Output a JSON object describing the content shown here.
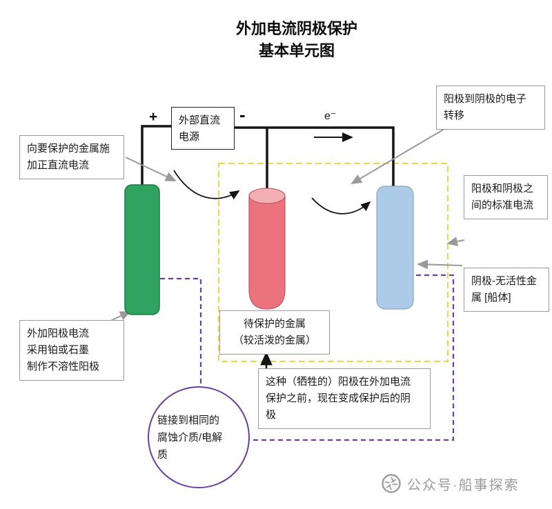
{
  "title": {
    "text": "外加电流阴极保护\n基本单元图"
  },
  "power_source": {
    "label": "外部直流\n电源",
    "plus": "+",
    "minus": "-"
  },
  "electron_flow": {
    "label": "e⁻"
  },
  "annotations": {
    "apply_current": "向要保护的金属施\n加正直流电流",
    "electron_transfer": "阳极到阴极的电子\n转移",
    "standard_current": "阳极和阴极之\n间的标准电流",
    "cathode_metal": "阴极-无活性金\n属 [船体]",
    "anode_material": "外加阳极电流\n采用铂或石墨\n制作不溶性阳极",
    "protected_metal": "待保护的金属\n（较活泼的金属）",
    "sacrificial_note": "这种（牺牲的）阳极在外加电流\n保护之前，现在变成保护后的阴\n极",
    "electrolyte": "链接到相同的\n腐蚀介质/电解\n质"
  },
  "watermark": {
    "text": "公众号·船事探索"
  },
  "colors": {
    "anode_green": "#2FA35F",
    "protected_pink": "#EA737E",
    "protected_pink_top": "#F4AEB6",
    "cathode_blue": "#ABCBE9",
    "yellow_dash": "#E7D94F",
    "purple_dash": "#6A3D9E",
    "wire_black": "#141414",
    "annotation_gray": "#9A9A9A"
  }
}
